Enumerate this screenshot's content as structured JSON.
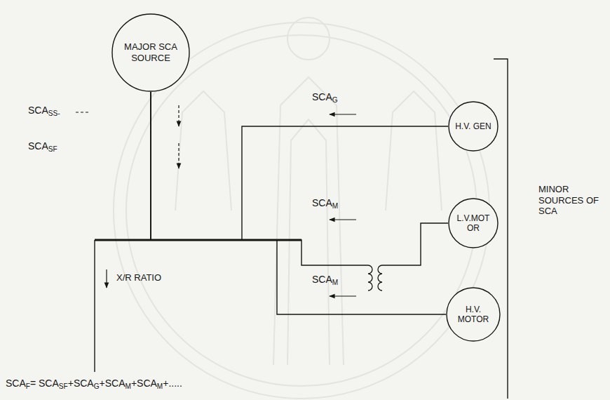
{
  "diagram": {
    "nodes": [
      {
        "text": [
          "MAJOR SCA SOURCE"
        ]
      },
      {
        "text": [
          "H.V. GEN"
        ]
      },
      {
        "text": [
          "L.V.MOT OR"
        ]
      },
      {
        "text": [
          "H.V. MOTOR"
        ]
      }
    ],
    "edges": [
      {
        "from": 0,
        "to": 1,
        "arrow": "none"
      },
      {
        "from": 0,
        "to": 2,
        "arrow": "none"
      },
      {
        "from": 0,
        "to": 3,
        "arrow": "none"
      }
    ],
    "labels": [
      "SCA",
      "SS-",
      "SCA",
      "SF",
      "SCA",
      "G",
      "SCA",
      "M",
      "SCA",
      "M",
      "X/R RATIO",
      "SCA",
      "F",
      "= SCA",
      "SF",
      "+SCA",
      "G",
      "+SCA",
      "M",
      "+SCA",
      "M",
      "+.....",
      "MINOR SOURCES OF SCA"
    ]
  }
}
